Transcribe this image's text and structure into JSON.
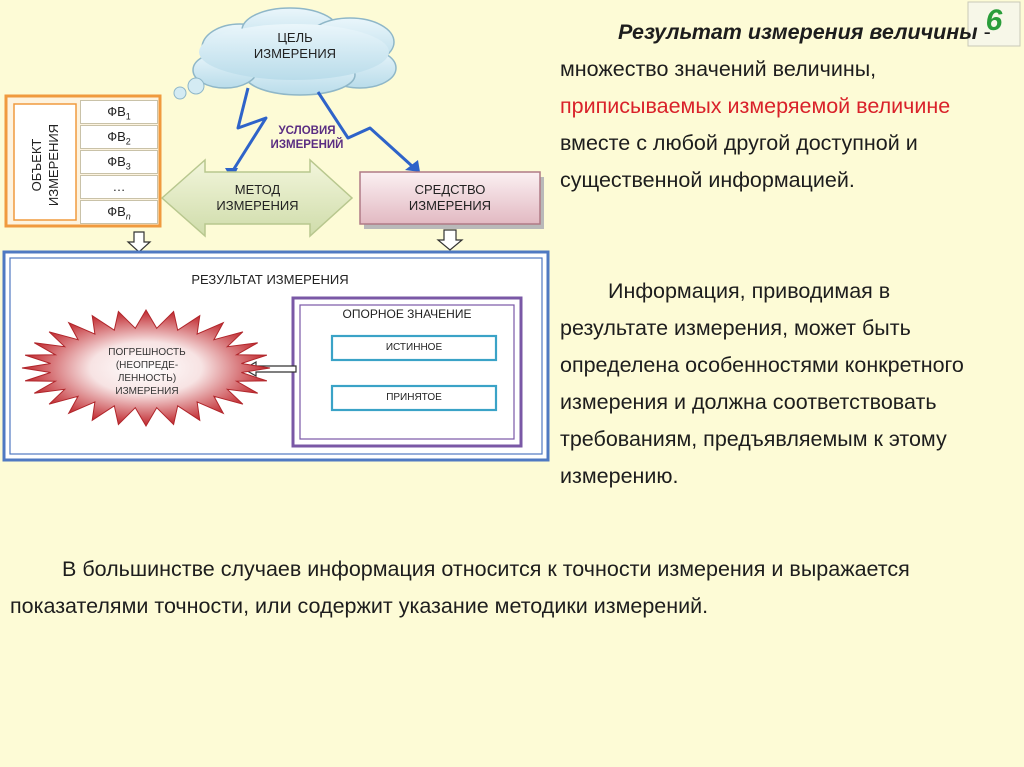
{
  "slide_number": "6",
  "diagram": {
    "goal": [
      "ЦЕЛЬ",
      "ИЗМЕРЕНИЯ"
    ],
    "conditions": [
      "УСЛОВИЯ",
      "ИЗМЕРЕНИЙ"
    ],
    "object": [
      "ОБЪЕКТ",
      "ИЗМЕРЕНИЯ"
    ],
    "fv_base": "ФВ",
    "fv_subs": [
      "1",
      "2",
      "3",
      "",
      "n"
    ],
    "fv_dots": "…",
    "method": [
      "МЕТОД",
      "ИЗМЕРЕНИЯ"
    ],
    "instrument": [
      "СРЕДСТВО",
      "ИЗМЕРЕНИЯ"
    ],
    "result_title": "РЕЗУЛЬТАТ ИЗМЕРЕНИЯ",
    "error": [
      "ПОГРЕШНОСТЬ",
      "(НЕОПРЕДЕ-",
      "ЛЕННОСТЬ)",
      "ИЗМЕРЕНИЯ"
    ],
    "reference_title": "ОПОРНОЕ ЗНАЧЕНИЕ",
    "true_value": "ИСТИННОЕ",
    "accepted_value": "ПРИНЯТОЕ"
  },
  "definition": {
    "term_bold": "Результат измерения величины",
    "part1": " - множество значений величины, ",
    "part_red": "приписываемых измеряемой величине",
    "part2": " вместе с любой другой доступной и существенной информацией."
  },
  "paragraph2": "Информация, приводимая в результате измерения, может быть определена особенностями конкретного измерения и должна соответствовать требованиям, предъявляемым к этому измерению.",
  "paragraph3": "В большинстве случаев информация относится к точности измерения и выражается показателями точности, или содержит указание методики измерений."
}
